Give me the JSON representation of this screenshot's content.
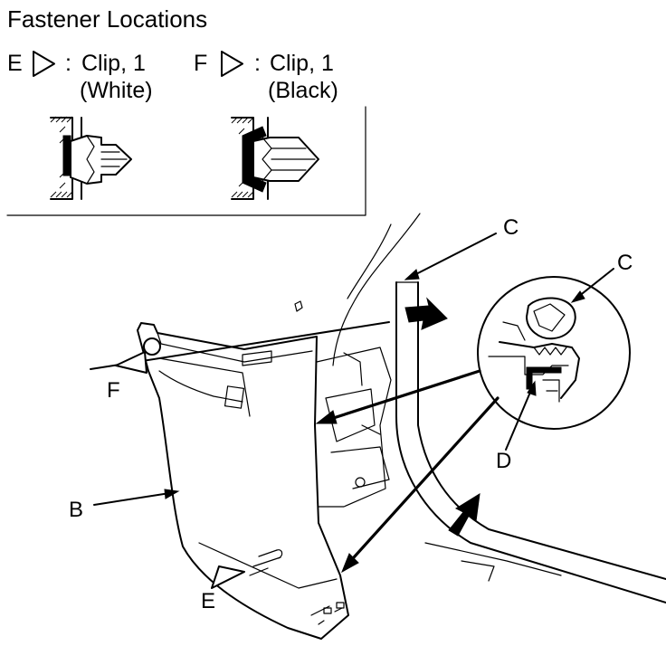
{
  "header": {
    "title": "Fastener Locations"
  },
  "legend": [
    {
      "letter": "E",
      "colon": ":",
      "desc": "Clip, 1",
      "note": "(White)",
      "icon": "triangle-outline-icon"
    },
    {
      "letter": "F",
      "colon": ":",
      "desc": "Clip, 1",
      "note": "(Black)",
      "icon": "triangle-outline-icon"
    }
  ],
  "callouts": {
    "c_upper": "C",
    "c_detail": "C",
    "d": "D",
    "f": "F",
    "b": "B",
    "e": "E"
  },
  "colors": {
    "line": "#000000",
    "background": "#ffffff"
  }
}
